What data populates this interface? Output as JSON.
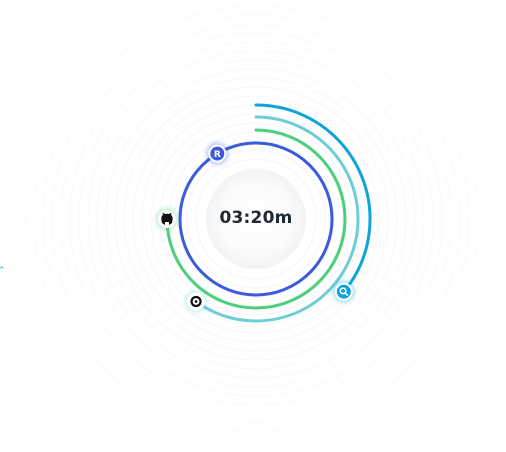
{
  "timer": {
    "display": "03:20m"
  },
  "rings": [
    {
      "name": "",
      "icon": "react-icon",
      "color": "#3b5bdb",
      "fraction": 1.0
    },
    {
      "name": "",
      "icon": "github-icon",
      "color": "#4ccf7a",
      "fraction": 0.75
    },
    {
      "name": "",
      "icon": "codepen-icon",
      "color": "#6fcdd6",
      "fraction": 0.6
    },
    {
      "name": "",
      "icon": "search-icon",
      "color": "#10a3d8",
      "fraction": 0.36
    }
  ],
  "colors": {
    "background_rings": "#f2f4f6",
    "center_glow": "#f4f6f8",
    "text": "#1f2933",
    "badge_blue": "#3b5bdb",
    "badge_dark": "#111111",
    "badge_cyan": "#10a3d8"
  }
}
